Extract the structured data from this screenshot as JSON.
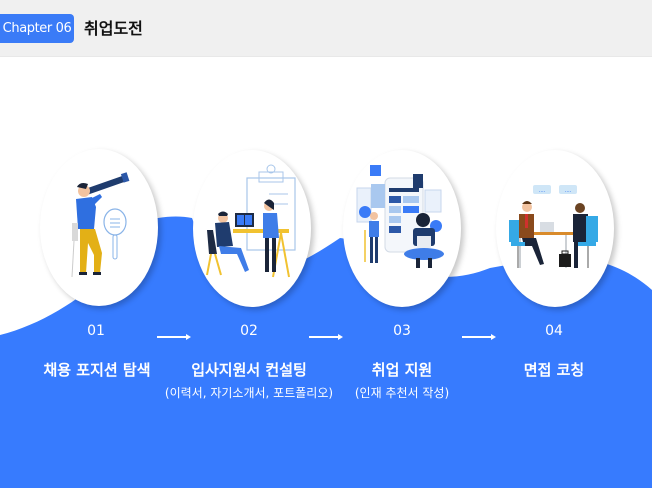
{
  "header": {
    "chapter_label": "Chapter 06",
    "title": "취업도전"
  },
  "colors": {
    "accent": "#3a7bf7",
    "wave": "#377bfe",
    "header_bg": "#f0f0f0"
  },
  "steps": [
    {
      "number": "01",
      "title": "채용 포지션 탐색",
      "subtitle": "",
      "illustration": "telescope-search-icon"
    },
    {
      "number": "02",
      "title": "입사지원서 컨설팅",
      "subtitle": "(이력서, 자기소개서, 포트폴리오)",
      "illustration": "resume-consulting-icon"
    },
    {
      "number": "03",
      "title": "취업 지원",
      "subtitle": "(인재 추천서 작성)",
      "illustration": "app-development-icon"
    },
    {
      "number": "04",
      "title": "면접 코칭",
      "subtitle": "",
      "illustration": "interview-icon"
    }
  ],
  "arrows": [
    "arrow-right-icon",
    "arrow-right-icon",
    "arrow-right-icon"
  ]
}
